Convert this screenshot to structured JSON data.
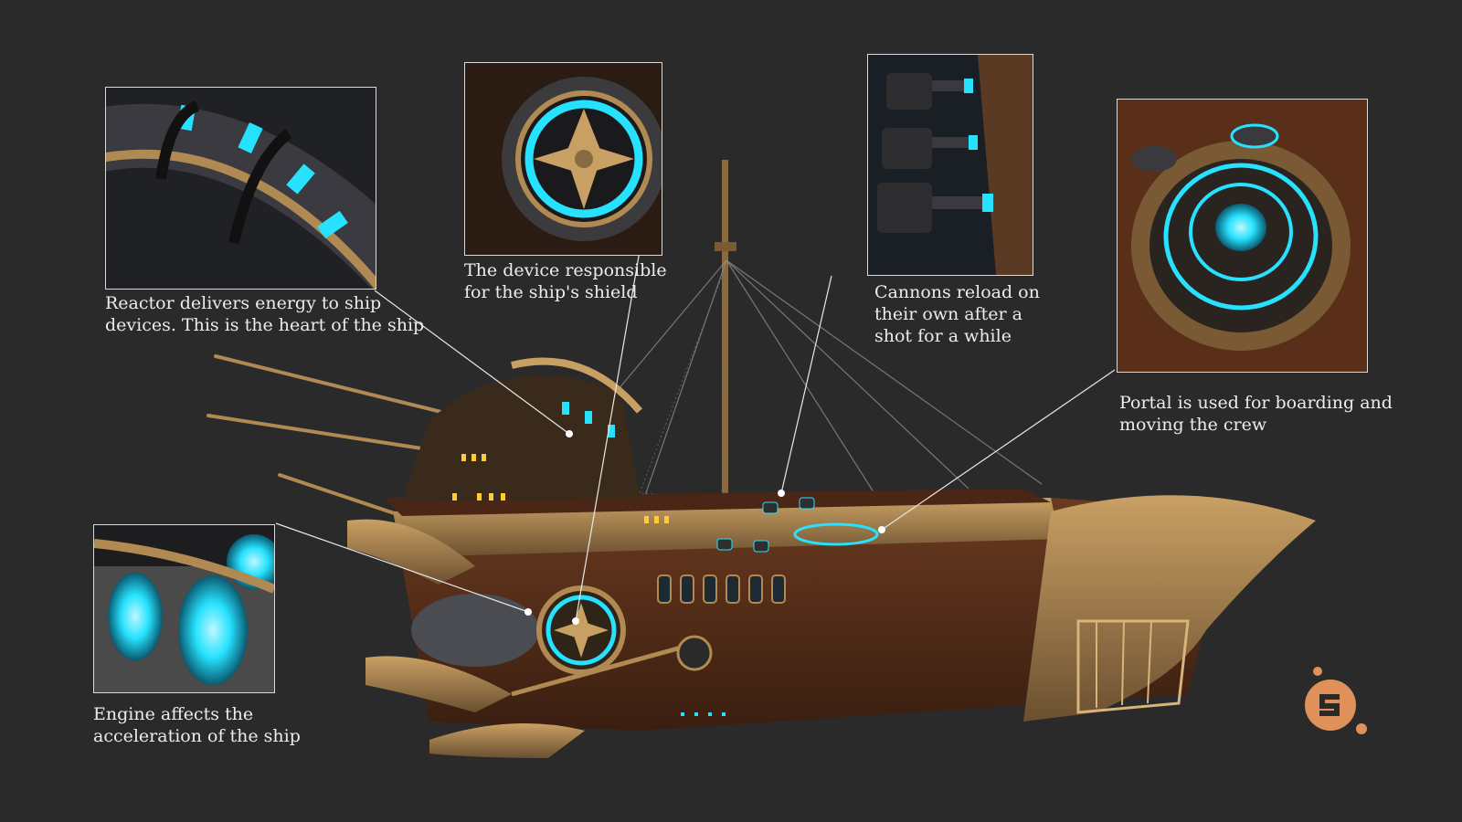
{
  "callouts": {
    "reactor": "Reactor delivers energy to ship\ndevices. This is the heart of the ship",
    "shield": "The device responsible\nfor the ship's shield",
    "cannons": "Cannons reload on\ntheir own after a\nshot for a while",
    "portal": "Portal is used for boarding and\nmoving the crew",
    "engine": "Engine affects the\nacceleration of the ship"
  },
  "colors": {
    "background": "#2a2a2a",
    "glow": "#27e2ff",
    "brass": "#a8844d",
    "wood": "#5a2f1a",
    "logo": "#e0915a"
  },
  "logo_icon": "substance-painter-logo"
}
